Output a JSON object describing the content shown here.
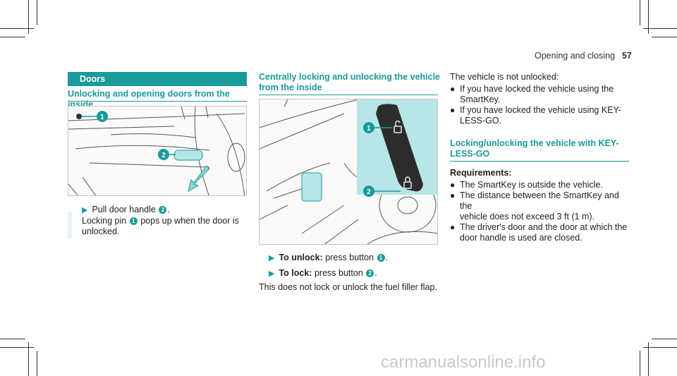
{
  "running_head": {
    "section": "Opening and closing",
    "page_number": "57"
  },
  "left_column": {
    "banner": "Doors",
    "heading": "Unlocking and opening doors from the inside",
    "figure": {
      "callouts": [
        "1",
        "2"
      ]
    },
    "step": {
      "line1_a": "Pull door handle",
      "line1_num": "2",
      "line1_b": ".",
      "line2_a": "Locking pin",
      "line2_num": "1",
      "line2_b": "pops up when the door is",
      "line3": "unlocked."
    }
  },
  "middle_column": {
    "heading_line1": "Centrally locking and unlocking the vehicle",
    "heading_line2": "from the inside",
    "figure": {
      "callouts": [
        "1",
        "2"
      ]
    },
    "step1": {
      "label": "To unlock:",
      "text": "press button",
      "num": "1",
      "end": "."
    },
    "step2": {
      "label": "To lock:",
      "text": "press button",
      "num": "2",
      "end": "."
    },
    "note": "This does not lock or unlock the fuel filler flap."
  },
  "right_column": {
    "intro": "The vehicle is not unlocked:",
    "intro_bullets": [
      [
        "If you have locked the vehicle using the",
        "SmartKey."
      ],
      [
        "If you have locked the vehicle using KEY-",
        "LESS-GO."
      ]
    ],
    "heading_line1": "Locking/unlocking the vehicle with KEY-",
    "heading_line2": "LESS-GO",
    "requirements_label": "Requirements:",
    "requirements": [
      [
        "The SmartKey is outside the vehicle."
      ],
      [
        "The distance between the SmartKey and the",
        "vehicle does not exceed 3 ft (1 m)."
      ],
      [
        "The driver's door and the door at which the",
        "door handle is used are closed."
      ]
    ]
  },
  "watermark": "carmanualsonline.info",
  "colors": {
    "accent": "#1a9a9a",
    "highlight": "#b7e6e6"
  }
}
